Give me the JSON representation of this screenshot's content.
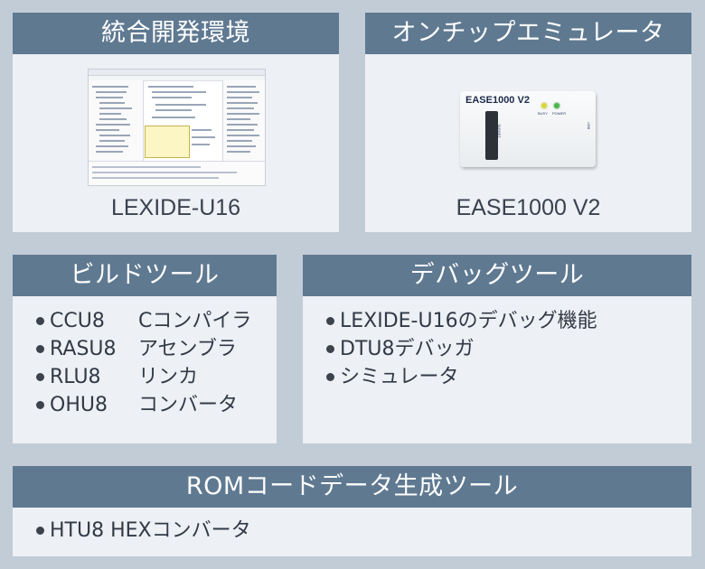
{
  "ide": {
    "title": "統合開発環境",
    "caption": "LEXIDE-U16"
  },
  "emulator": {
    "title": "オンチップエミュレータ",
    "caption": "EASE1000 V2",
    "device": {
      "label": "EASE1000 V2",
      "port_label": "TARGET",
      "busy_label": "BUSY",
      "power_label": "POWER",
      "usb_label": "USB"
    }
  },
  "build_tools": {
    "title": "ビルドツール",
    "items": [
      {
        "name": "CCU8",
        "desc": "Cコンパイラ"
      },
      {
        "name": "RASU8",
        "desc": "アセンブラ"
      },
      {
        "name": "RLU8",
        "desc": "リンカ"
      },
      {
        "name": "OHU8",
        "desc": "コンバータ"
      }
    ]
  },
  "debug_tools": {
    "title": "デバッグツール",
    "items": [
      "LEXIDE-U16のデバッグ機能",
      "DTU8デバッガ",
      "シミュレータ"
    ]
  },
  "rom_tools": {
    "title": "ROMコードデータ生成ツール",
    "items": [
      "HTU8 HEXコンバータ"
    ]
  },
  "colors": {
    "background": "#c2ccd7",
    "panel": "#edf0f4",
    "header": "#5f7991",
    "led_busy": "#d8d63a",
    "led_power": "#49b84a"
  }
}
